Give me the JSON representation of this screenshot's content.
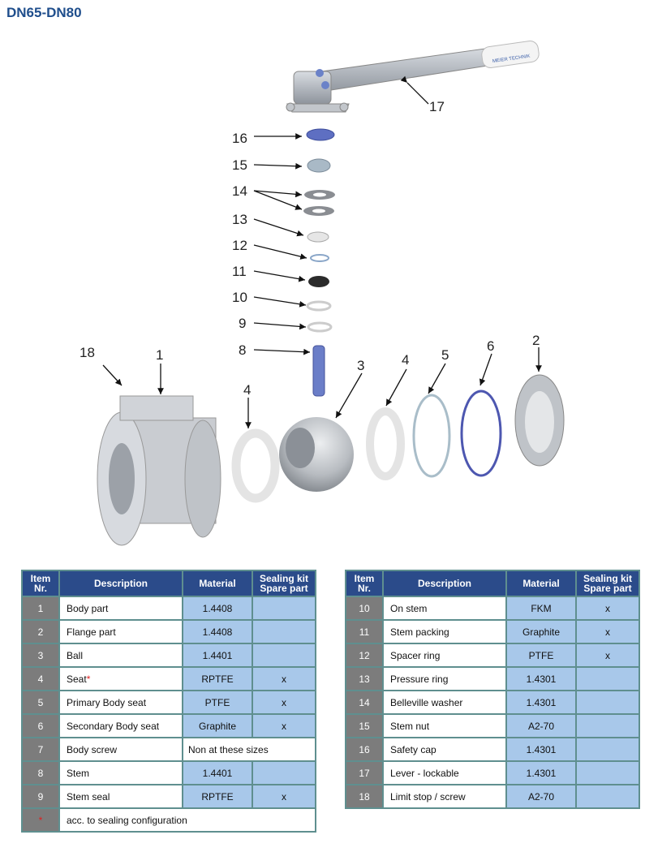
{
  "title": "DN65-DN80",
  "callouts": [
    "1",
    "2",
    "3",
    "4",
    "4",
    "5",
    "6",
    "8",
    "9",
    "10",
    "11",
    "12",
    "13",
    "14",
    "15",
    "16",
    "17",
    "18"
  ],
  "brand_label": "MEIER TECHNIK",
  "headers": {
    "item": [
      "Item",
      "Nr."
    ],
    "description": "Description",
    "material": "Material",
    "sealing": [
      "Sealing kit",
      "Spare part"
    ]
  },
  "left_rows": [
    {
      "nr": "1",
      "desc": "Body part",
      "mat": "1.4408",
      "seal": ""
    },
    {
      "nr": "2",
      "desc": "Flange part",
      "mat": "1.4408",
      "seal": ""
    },
    {
      "nr": "3",
      "desc": "Ball",
      "mat": "1.4401",
      "seal": ""
    },
    {
      "nr": "4",
      "desc": "Seat",
      "mat": "RPTFE",
      "seal": "x"
    },
    {
      "nr": "5",
      "desc": "Primary Body seat",
      "mat": "PTFE",
      "seal": "x"
    },
    {
      "nr": "6",
      "desc": "Secondary Body seat",
      "mat": "Graphite",
      "seal": "x"
    },
    {
      "nr": "7",
      "desc": "Body screw",
      "mat": "Non at these sizes",
      "seal": ""
    },
    {
      "nr": "8",
      "desc": "Stem",
      "mat": "1.4401",
      "seal": ""
    },
    {
      "nr": "9",
      "desc": "Stem seal",
      "mat": "RPTFE",
      "seal": "x"
    }
  ],
  "footnote": {
    "mark": "*",
    "text": "acc. to sealing configuration"
  },
  "right_rows": [
    {
      "nr": "10",
      "desc": "On stem",
      "mat": "FKM",
      "seal": "x"
    },
    {
      "nr": "11",
      "desc": "Stem packing",
      "mat": "Graphite",
      "seal": "x"
    },
    {
      "nr": "12",
      "desc": "Spacer ring",
      "mat": "PTFE",
      "seal": "x"
    },
    {
      "nr": "13",
      "desc": "Pressure ring",
      "mat": "1.4301",
      "seal": ""
    },
    {
      "nr": "14",
      "desc": "Belleville washer",
      "mat": "1.4301",
      "seal": ""
    },
    {
      "nr": "15",
      "desc": "Stem nut",
      "mat": "A2-70",
      "seal": ""
    },
    {
      "nr": "16",
      "desc": "Safety cap",
      "mat": "1.4301",
      "seal": ""
    },
    {
      "nr": "17",
      "desc": "Lever - lockable",
      "mat": "1.4301",
      "seal": ""
    },
    {
      "nr": "18",
      "desc": "Limit stop / screw",
      "mat": "A2-70",
      "seal": ""
    }
  ]
}
